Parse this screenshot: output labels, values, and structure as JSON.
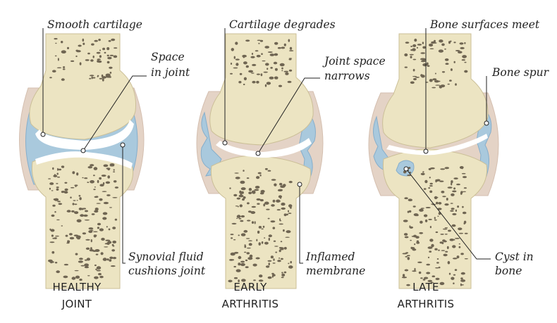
{
  "panels": [
    {
      "caption_line1": "HEALTHY",
      "caption_line2": "JOINT",
      "label_top_left": "Smooth cartilage",
      "label_top_right_line1": "Space",
      "label_top_right_line2": "in joint",
      "label_bottom_right_line1": "Synovial fluid",
      "label_bottom_right_line2": "cushions joint"
    },
    {
      "caption_line1": "EARLY",
      "caption_line2": "ARTHRITIS",
      "label_top_left": "Cartilage degrades",
      "label_top_right_line1": "Joint space",
      "label_top_right_line2": "narrows",
      "label_bottom_right_line1": "Inflamed",
      "label_bottom_right_line2": "membrane"
    },
    {
      "caption_line1": "LATE",
      "caption_line2": "ARTHRITIS",
      "label_top_left": "Bone surfaces meet",
      "label_top_right_line1": "Bone spur",
      "label_bottom_right_line1": "Cyst in",
      "label_bottom_right_line2": "bone"
    }
  ],
  "colors": {
    "bone": "#ece4c2",
    "cartilage_fluid": "#a9c9dd",
    "capsule": "#e4d3c6",
    "text": "#222222"
  }
}
